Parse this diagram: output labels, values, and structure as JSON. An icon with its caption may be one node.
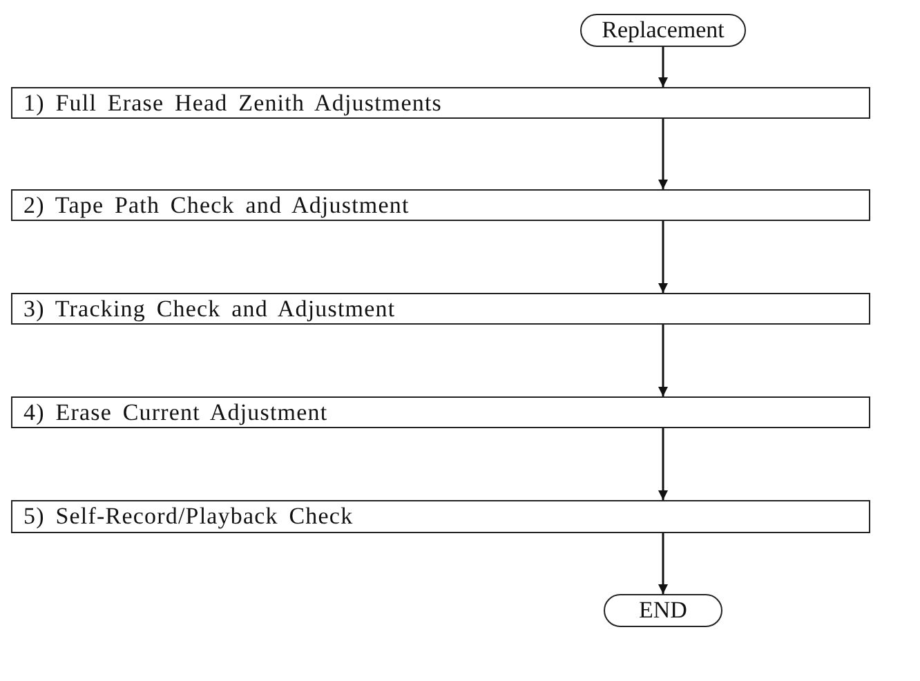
{
  "diagram": {
    "nodes": [
      {
        "text": [
          "Replacement"
        ]
      },
      {
        "text": [
          "1) Full Erase Head Zenith Adjustments"
        ]
      },
      {
        "text": [
          "2) Tape Path Check and Adjustment"
        ]
      },
      {
        "text": [
          "3) Tracking Check and Adjustment"
        ]
      },
      {
        "text": [
          "4) Erase Current Adjustment"
        ]
      },
      {
        "text": [
          "5) Self-Record/Playback Check"
        ]
      },
      {
        "text": [
          "END"
        ]
      }
    ],
    "edges": [
      {
        "from": 0,
        "to": 1,
        "arrow": "to"
      },
      {
        "from": 1,
        "to": 2,
        "arrow": "to"
      },
      {
        "from": 2,
        "to": 3,
        "arrow": "to"
      },
      {
        "from": 3,
        "to": 4,
        "arrow": "to"
      },
      {
        "from": 4,
        "to": 5,
        "arrow": "to"
      },
      {
        "from": 5,
        "to": 6,
        "arrow": "to"
      }
    ]
  }
}
